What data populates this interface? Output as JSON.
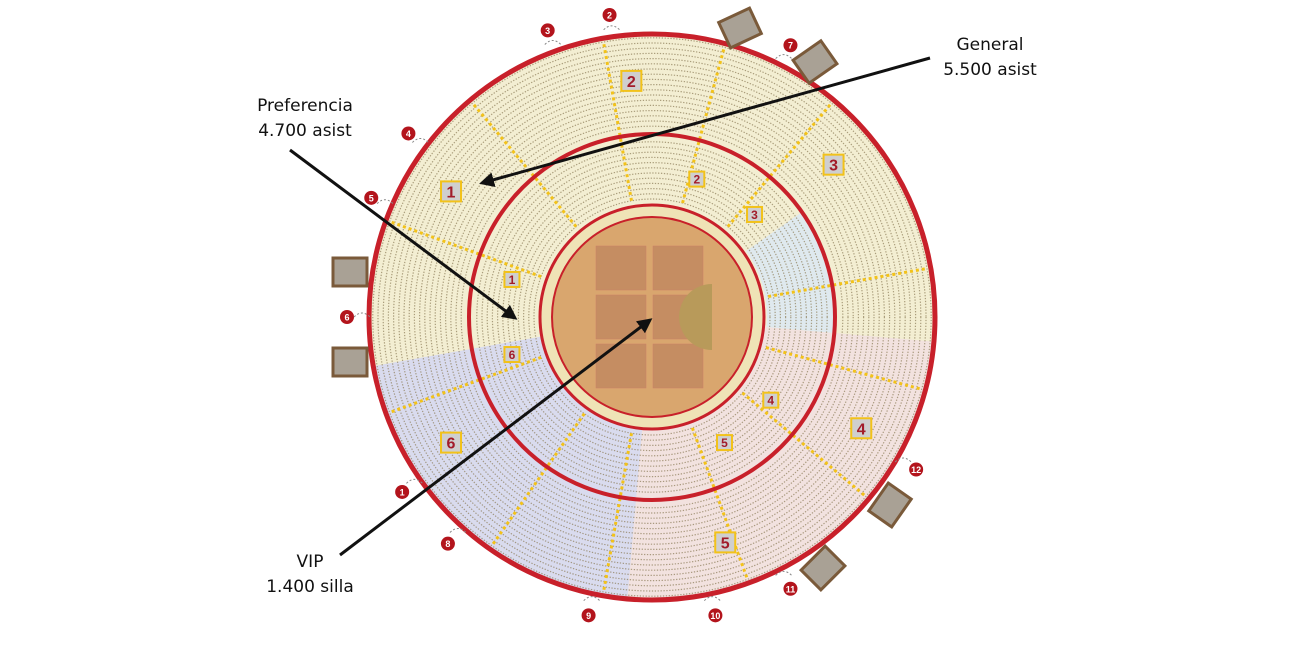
{
  "annotations": {
    "general": {
      "name": "General",
      "capacity": "5.500 asist"
    },
    "preferencia": {
      "name": "Preferencia",
      "capacity": "4.700 asist"
    },
    "vip": {
      "name": "VIP",
      "capacity": "1.400 silla"
    }
  },
  "gates": [
    "1",
    "2",
    "3",
    "4",
    "5",
    "6",
    "7",
    "8",
    "9",
    "10",
    "11",
    "12"
  ],
  "outer_sections": [
    "1",
    "2",
    "3",
    "4",
    "5",
    "6"
  ],
  "inner_sections": [
    "1",
    "2",
    "3",
    "4",
    "5",
    "6"
  ],
  "colors": {
    "ring": "#c8202a",
    "general": "#f3eed2",
    "blue": "#d9dbee",
    "pink": "#f2e2df",
    "sand": "#d9a66e",
    "arrow": "#111111"
  }
}
